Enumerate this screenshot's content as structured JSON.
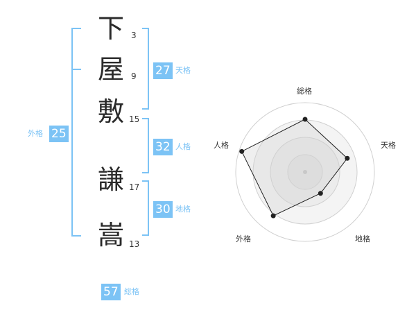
{
  "name": {
    "chars": [
      {
        "char": "下",
        "strokes": "3"
      },
      {
        "char": "屋",
        "strokes": "9"
      },
      {
        "char": "敷",
        "strokes": "15"
      },
      {
        "char": "謙",
        "strokes": "17"
      },
      {
        "char": "嵩",
        "strokes": "13"
      }
    ]
  },
  "fortunes": {
    "tenkaku": {
      "value": "27",
      "label": "天格"
    },
    "jinkaku": {
      "value": "32",
      "label": "人格"
    },
    "chikaku": {
      "value": "30",
      "label": "地格"
    },
    "gaikaku": {
      "value": "25",
      "label": "外格"
    },
    "soukaku": {
      "value": "57",
      "label": "総格"
    }
  },
  "chart_data": {
    "type": "radar",
    "axes": [
      "総格",
      "天格",
      "地格",
      "外格",
      "人格"
    ],
    "values": [
      0.76,
      0.64,
      0.38,
      0.78,
      0.96
    ],
    "rings": 4,
    "grid": true
  }
}
